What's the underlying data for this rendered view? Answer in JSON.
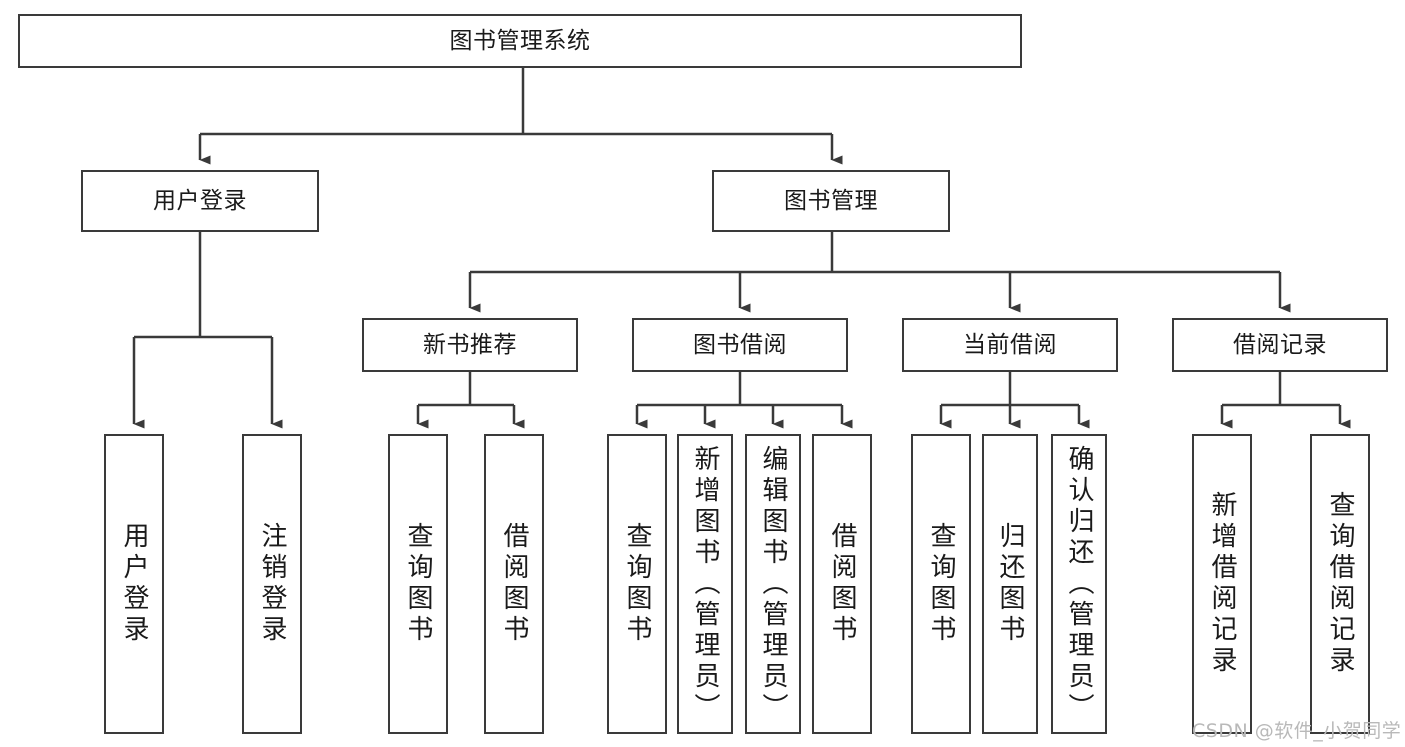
{
  "diagram": {
    "title": "图书管理系统",
    "type": "tree-hierarchy-diagram",
    "colors": {
      "box_border": "#3a3a3a",
      "box_fill": "#ffffff",
      "connector": "#3a3a3a",
      "text": "#1a1a1a",
      "watermark": "#b9b9b9",
      "background": "#ffffff"
    },
    "nodes": {
      "root": {
        "label": "图书管理系统"
      },
      "level2": [
        {
          "id": "user-login",
          "label": "用户登录"
        },
        {
          "id": "book-management",
          "label": "图书管理"
        }
      ],
      "level3": [
        {
          "id": "new-book-recommend",
          "label": "新书推荐"
        },
        {
          "id": "book-borrow",
          "label": "图书借阅"
        },
        {
          "id": "current-borrow",
          "label": "当前借阅"
        },
        {
          "id": "borrow-record",
          "label": "借阅记录"
        }
      ],
      "leaves": {
        "user-login": [
          {
            "id": "leaf-user-login",
            "label": "用户登录"
          },
          {
            "id": "leaf-logout-login",
            "label": "注销登录"
          }
        ],
        "new-book-recommend": [
          {
            "id": "leaf-query-book-1",
            "label": "查询图书"
          },
          {
            "id": "leaf-borrow-book-1",
            "label": "借阅图书"
          }
        ],
        "book-borrow": [
          {
            "id": "leaf-query-book-2",
            "label": "查询图书"
          },
          {
            "id": "leaf-add-book",
            "label": "新增图书（管理员）"
          },
          {
            "id": "leaf-edit-book",
            "label": "编辑图书（管理员）"
          },
          {
            "id": "leaf-borrow-book-2",
            "label": "借阅图书"
          }
        ],
        "current-borrow": [
          {
            "id": "leaf-query-book-3",
            "label": "查询图书"
          },
          {
            "id": "leaf-return-book",
            "label": "归还图书"
          },
          {
            "id": "leaf-confirm-return",
            "label": "确认归还（管理员）"
          }
        ],
        "borrow-record": [
          {
            "id": "leaf-add-record",
            "label": "新增借阅记录"
          },
          {
            "id": "leaf-query-record",
            "label": "查询借阅记录"
          }
        ]
      }
    },
    "watermark": "CSDN @软件_小贺同学"
  }
}
